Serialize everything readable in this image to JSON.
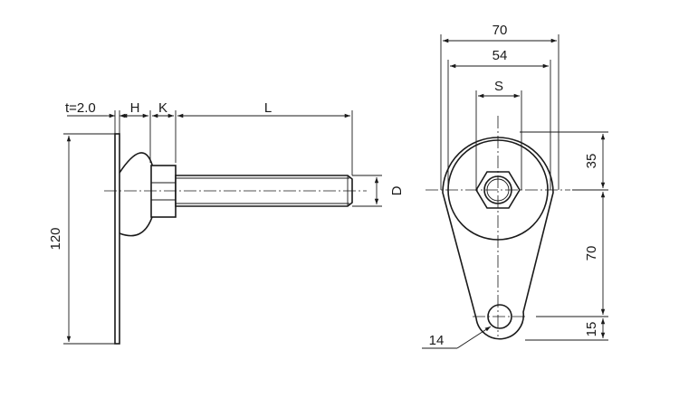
{
  "side_view": {
    "plate_thickness": "t=2.0",
    "dim_h": "H",
    "dim_k": "K",
    "dim_l": "L",
    "dim_d": "D",
    "dim_height": "120"
  },
  "plan_view": {
    "outer_width": "70",
    "inner_width": "54",
    "hex_across": "S",
    "upper_height": "35",
    "center_spacing": "70",
    "lower_height": "15",
    "hole_diameter": "14"
  }
}
